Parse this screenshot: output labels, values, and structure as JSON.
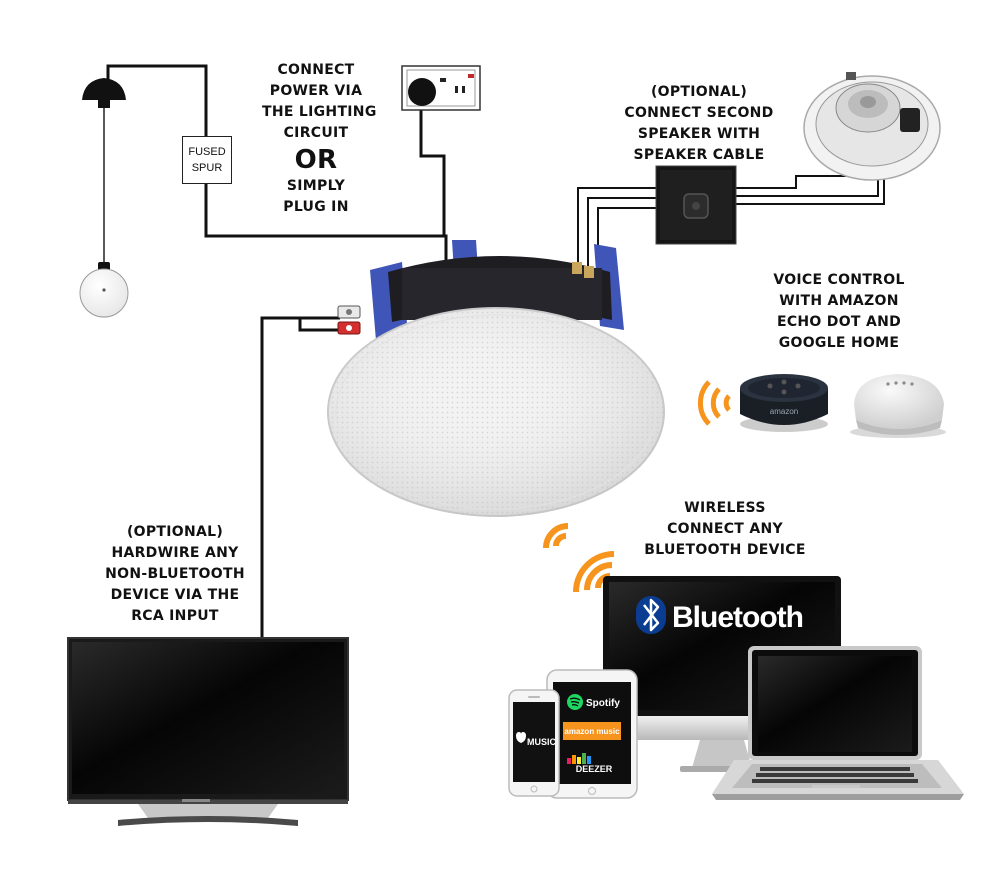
{
  "labels": {
    "power": [
      "CONNECT",
      "POWER VIA",
      "THE LIGHTING",
      "CIRCUIT",
      "OR",
      "SIMPLY",
      "PLUG IN"
    ],
    "optional_speaker": [
      "(OPTIONAL)",
      "CONNECT SECOND",
      "SPEAKER WITH",
      "SPEAKER CABLE"
    ],
    "voice": [
      "VOICE CONTROL",
      "WITH AMAZON",
      "ECHO DOT AND",
      "GOOGLE HOME"
    ],
    "wireless": [
      "WIRELESS",
      "CONNECT ANY",
      "BLUETOOTH DEVICE"
    ],
    "hardwire": [
      "(OPTIONAL)",
      "HARDWIRE ANY",
      "NON-BLUETOOTH",
      "DEVICE VIA THE",
      "RCA INPUT"
    ]
  },
  "fused_spur": [
    "FUSED",
    "SPUR"
  ],
  "bluetooth_brand": "Bluetooth",
  "app_logos": {
    "apple_music": "MUSIC",
    "spotify": "Spotify",
    "amazon_music": "amazon music",
    "deezer": "DEEZER"
  },
  "device_brands": {
    "echo": "amazon"
  },
  "colors": {
    "wire": "#111111",
    "signal_orange": "#f7941d",
    "speaker_blue": "#3f55b8",
    "bluetooth_blue": "#0a3d91"
  },
  "icons": [
    "ceiling-rose-icon",
    "light-bulb-icon",
    "wall-socket-icon",
    "speaker-icon",
    "volume-control-icon",
    "wifi-signal-icon",
    "bluetooth-rune-icon"
  ]
}
